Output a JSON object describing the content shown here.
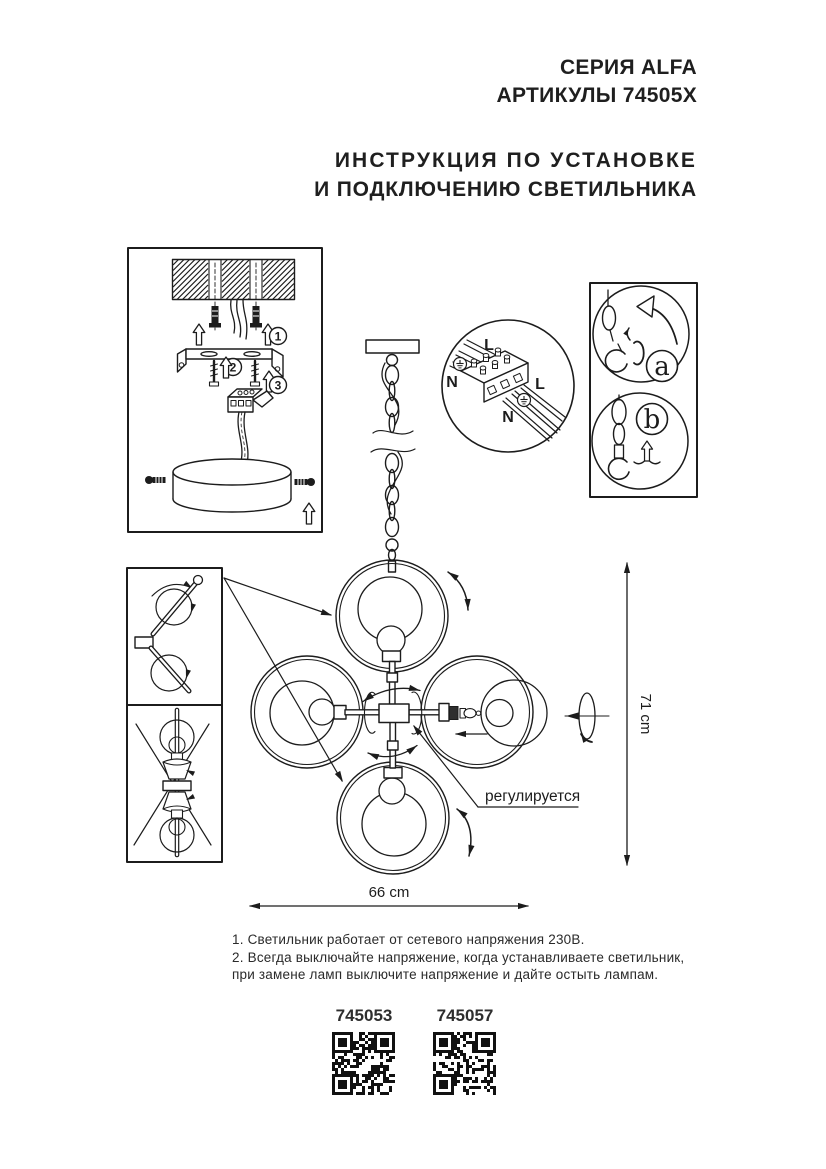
{
  "header": {
    "series": "СЕРИЯ ALFA",
    "articles": "АРТИКУЛЫ 74505X",
    "title_line1": "ИНСТРУКЦИЯ ПО УСТАНОВКЕ",
    "title_line2": "И ПОДКЛЮЧЕНИЮ СВЕТИЛЬНИКА"
  },
  "install_steps": {
    "s1": "1",
    "s2": "2",
    "s3": "3"
  },
  "wiring": {
    "l_top": "L",
    "n_top": "N",
    "l_out": "L",
    "n_out": "N"
  },
  "callouts": {
    "a": "a",
    "b": "b"
  },
  "dimensions": {
    "height": "71 cm",
    "width": "66 cm"
  },
  "labels": {
    "adjustable": "регулируется"
  },
  "notes": {
    "line1": "1. Светильник работает от сетевого напряжения 230В.",
    "line2": "2. Всегда выключайте напряжение, когда устанавливаете светильник,",
    "line3": "при замене ламп выключите напряжение и дайте остыть лампам."
  },
  "qr": {
    "left_code": "745053",
    "right_code": "745057"
  },
  "colors": {
    "ink": "#1c1c1c",
    "paper": "#ffffff"
  }
}
